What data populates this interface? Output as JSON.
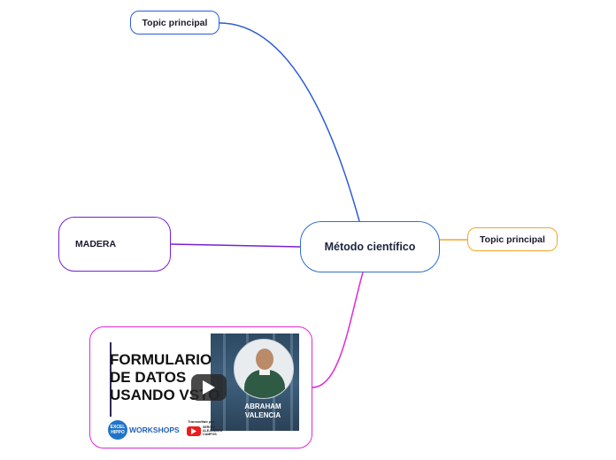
{
  "diagram": {
    "central": {
      "label": "Método científico"
    },
    "topic_top": {
      "label": "Topic principal"
    },
    "topic_right": {
      "label": "Topic principal"
    },
    "madera": {
      "label": "MADERA"
    },
    "image_node": {
      "title_lines": [
        "FORMULARIO",
        "DE DATOS",
        "USANDO VSTO"
      ],
      "person_line1": "ABRAHAM",
      "person_line2": "VALENCIA",
      "badge_text": "EXCEL HIPPO",
      "brand": "WORKSHOPS",
      "yt_caption": "Transmitido por",
      "yt_channel": "SERGIO ALEJANDRO CAMPOS"
    }
  },
  "colors": {
    "topic_top_link": "#2a5bd7",
    "topic_right_link": "#f2a529",
    "madera_link": "#7a1fd1",
    "image_link": "#e029d8"
  },
  "icons": {
    "play": "play-icon",
    "youtube": "youtube-icon"
  }
}
